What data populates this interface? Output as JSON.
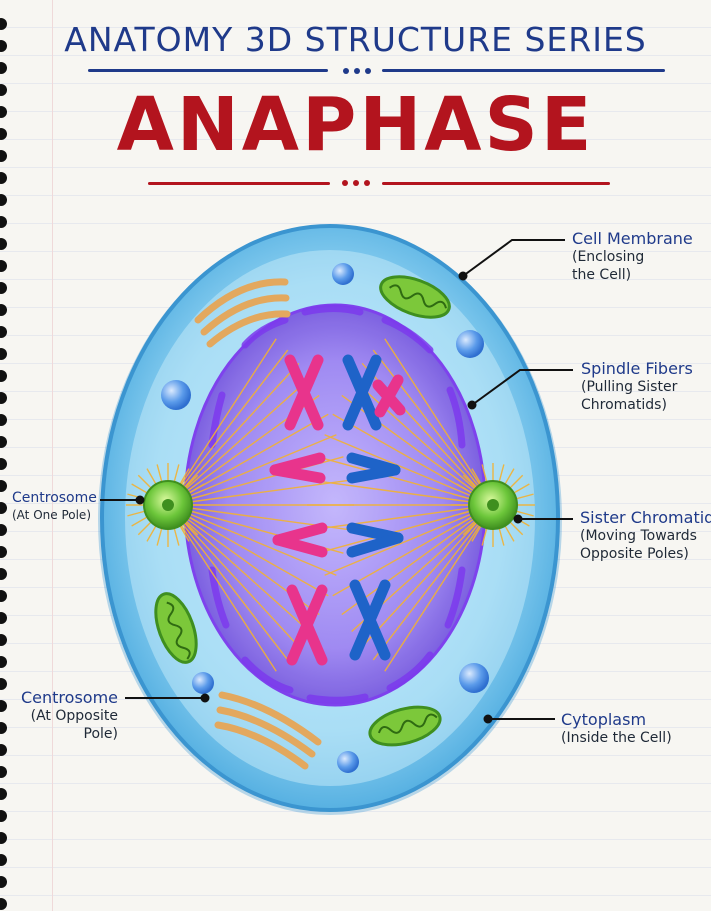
{
  "header": {
    "series_title": "ANATOMY 3D STRUCTURE SERIES",
    "main_title": "ANAPHASE"
  },
  "labels": {
    "cell_membrane": {
      "name": "Cell Membrane",
      "desc_line1": "(Enclosing",
      "desc_line2": "the Cell)"
    },
    "spindle_fibers": {
      "name": "Spindle Fibers",
      "desc_line1": "(Pulling Sister",
      "desc_line2": "Chromatids)"
    },
    "sister_chromatids": {
      "name": "Sister Chromatids",
      "desc_line1": "(Moving Towards",
      "desc_line2": "Opposite Poles)"
    },
    "cytoplasm": {
      "name": "Cytoplasm",
      "desc_line1": "(Inside the Cell)"
    },
    "centrosome_left": {
      "name": "Centrosome",
      "desc_line1": "(At One Pole)"
    },
    "centrosome_bottom": {
      "name": "Centrosome",
      "desc_line1": "(At Opposite",
      "desc_line2": "Pole)"
    }
  },
  "colors": {
    "title_blue": "#1f3a8a",
    "title_red": "#b3141e",
    "membrane": "#5cb8e8",
    "nucleus": "#8b5cf6",
    "spindle": "#f2b233",
    "centrosome": "#6cc63a",
    "chromatid_pink": "#e8348c",
    "chromatid_blue": "#1e63c8",
    "mitochondria": "#7cc83a",
    "golgi": "#e8b870"
  }
}
